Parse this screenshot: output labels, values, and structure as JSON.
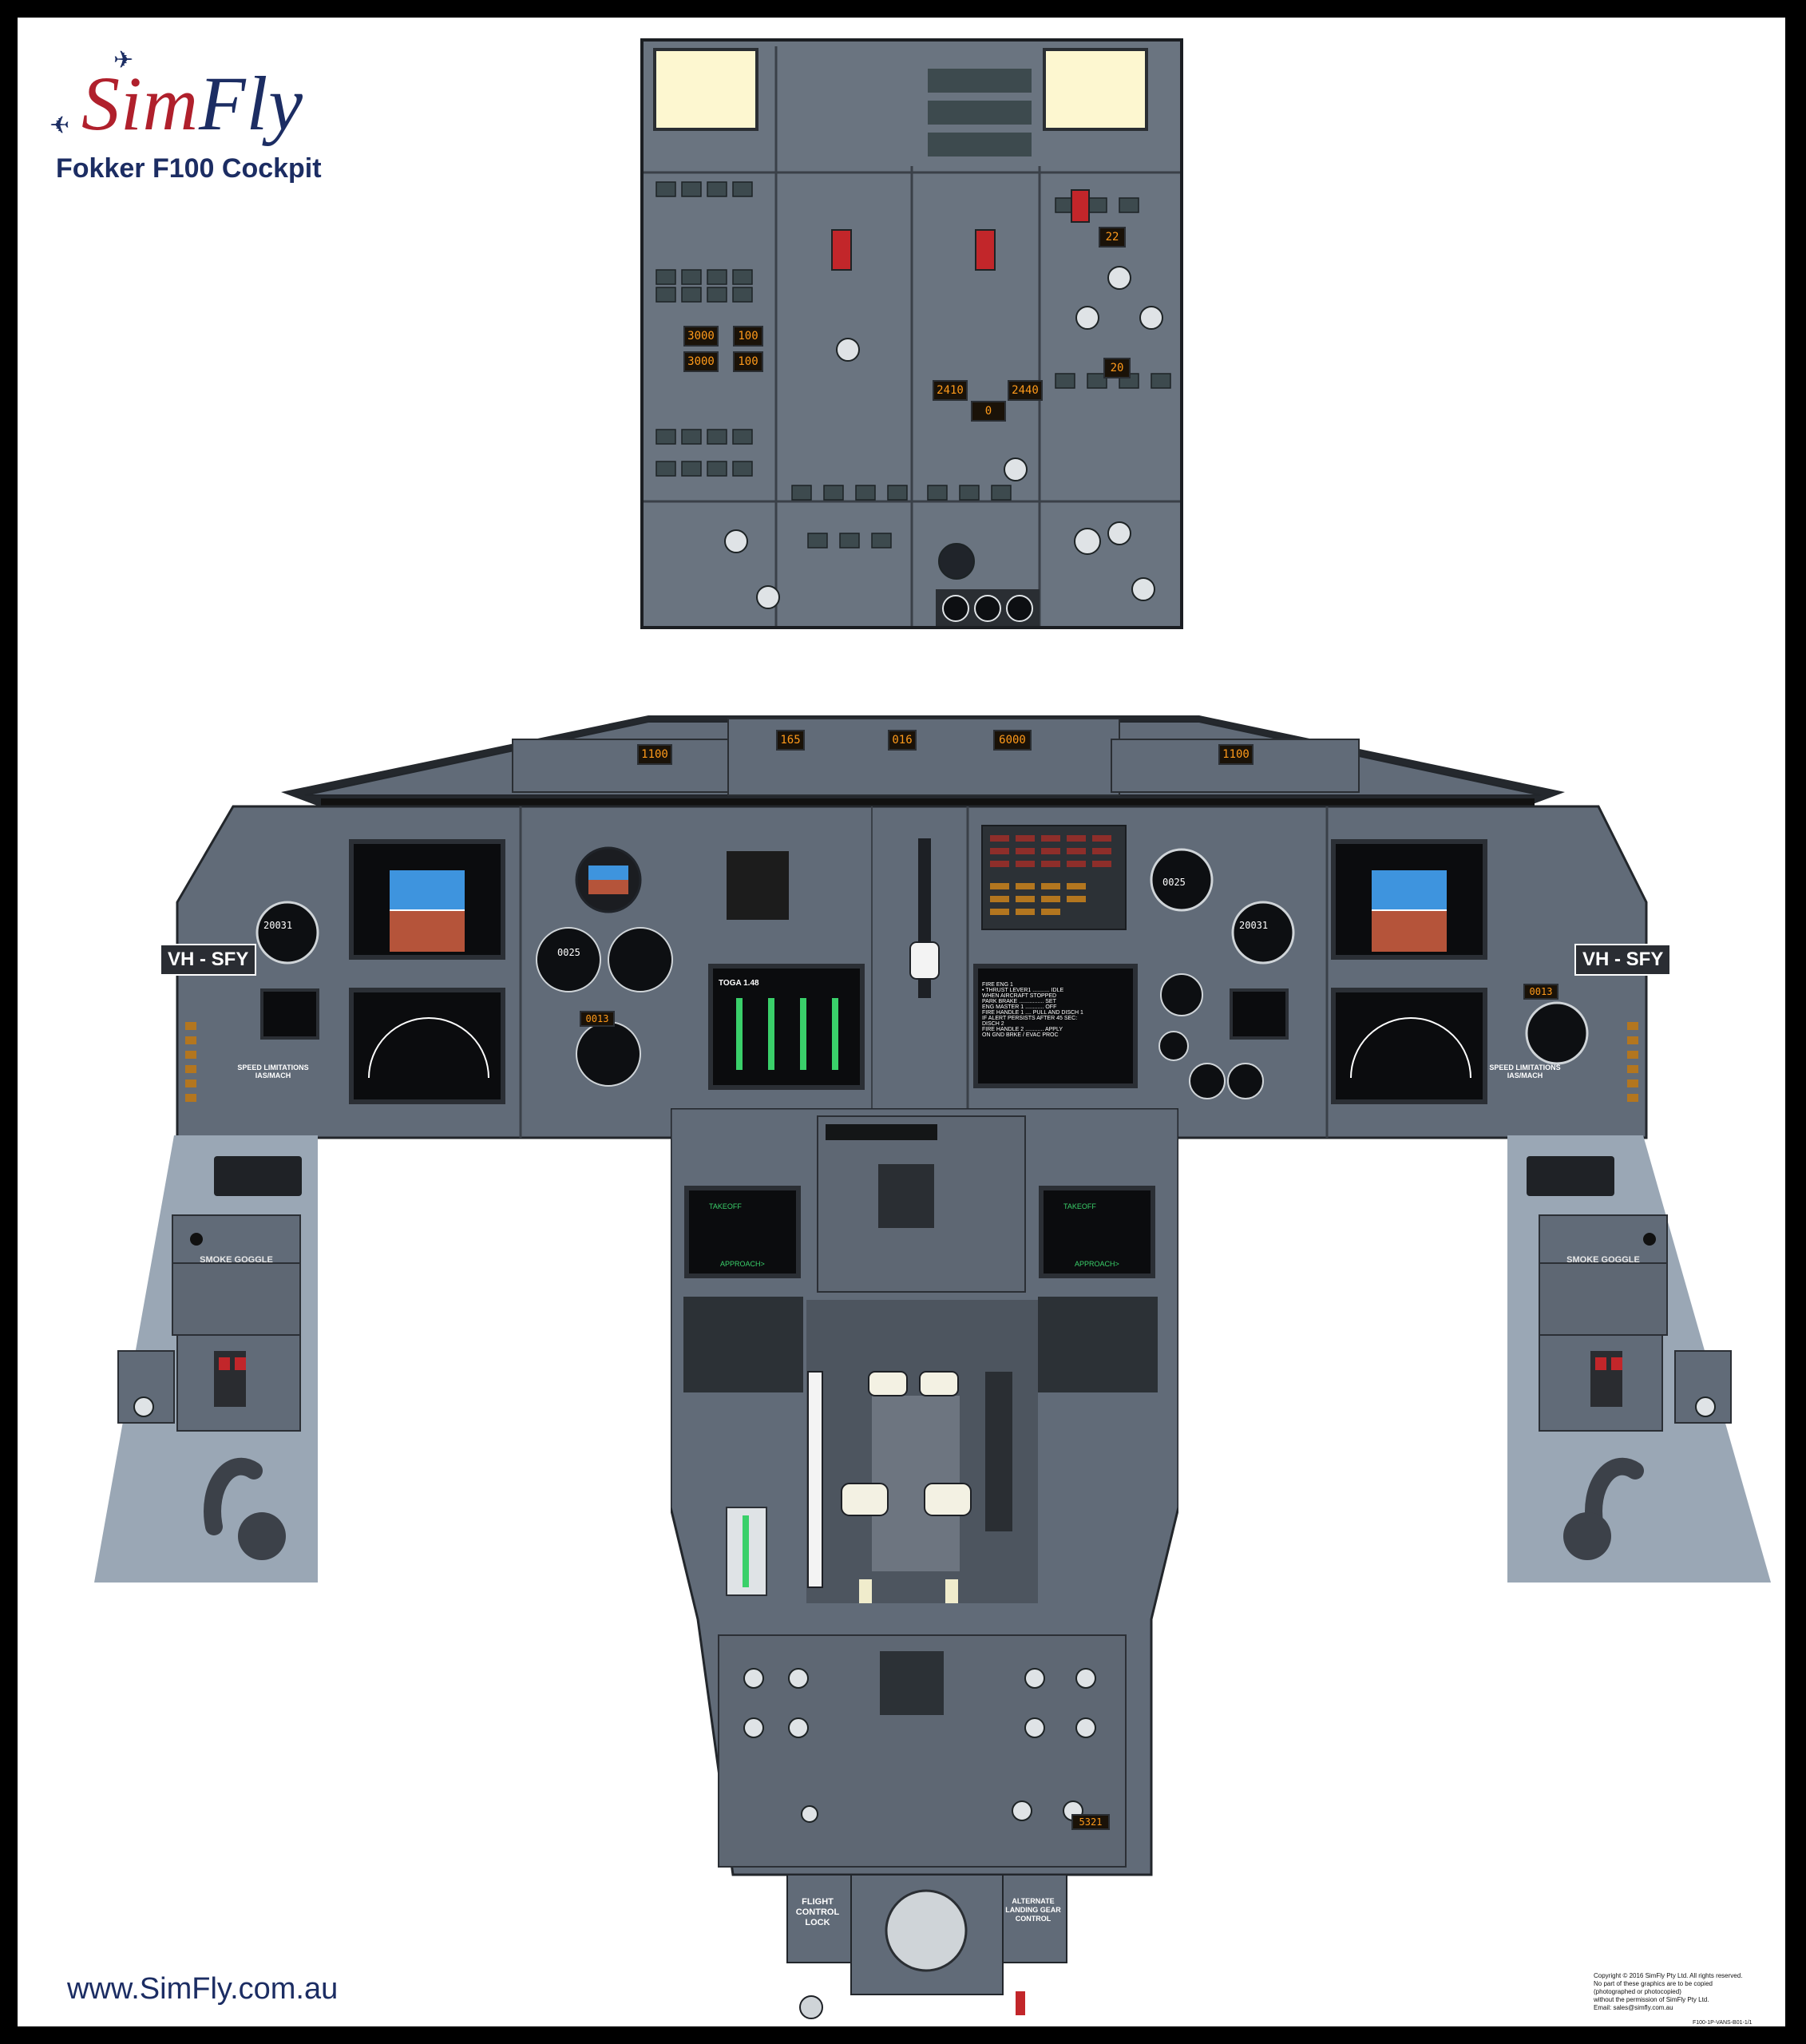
{
  "branding": {
    "logo_text_sim": "Sim",
    "logo_text_fly": "Fly",
    "subtitle": "Fokker F100 Cockpit",
    "website": "www.SimFly.com.au",
    "copyright_lines": [
      "Copyright © 2016 SimFly Pty Ltd. All rights reserved.",
      "No part of these graphics are to be copied (photographed or photocopied)",
      "without the permission of SimFly Pty Ltd.",
      "Email: sales@simfly.com.au"
    ],
    "doc_ref": "F100-1P-VANS-B01-1/1"
  },
  "glareshield": {
    "speed_left": "1100",
    "speed_center": "165",
    "heading_center": "016",
    "altitude_center": "6000",
    "speed_right": "1100"
  },
  "main_panel": {
    "registration_left": "VH - SFY",
    "registration_right": "VH - SFY",
    "speed_limitations_left": "SPEED LIMITATIONS IAS/MACH",
    "speed_limitations_right": "SPEED LIMITATIONS IAS/MACH",
    "ewd_header": "TOGA 1.48",
    "memo_lines": [
      "FIRE ENG 1",
      "• THRUST LEVER1 ........... IDLE",
      "WHEN AIRCRAFT STOPPED",
      "PARK BRAKE ................ SET",
      "ENG MASTER 1 ............ OFF",
      "FIRE HANDLE 1 .... PULL AND DISCH 1",
      "IF ALERT PERSISTS AFTER 45 SEC:",
      "DISCH 2",
      "FIRE HANDLE 2 ............ APPLY",
      "ON GND BRKE / EVAC PROC"
    ]
  },
  "overhead": {
    "hyd_left": "3000",
    "hyd_right": "3000",
    "qty_left": "100",
    "qty_right": "100",
    "fuel_left": "2410",
    "fuel_right": "2440",
    "fuel_center": "0",
    "temp": "22",
    "temp2": "20"
  },
  "pedestal": {
    "smoke_goggle_left": "SMOKE GOGGLE",
    "smoke_goggle_right": "SMOKE GOGGLE",
    "cdu_title": "TAKEOFF",
    "cdu_bottom": "APPROACH>",
    "flight_control_lock": "FLIGHT CONTROL LOCK",
    "alt_landing_gear": "ALTERNATE LANDING GEAR CONTROL",
    "transponder": "5321",
    "clock_left": "20031",
    "clock_right": "20031",
    "alt_readout_left": "0025",
    "alt_readout_right": "0025",
    "baro_left": "0013",
    "baro_right": "0013"
  },
  "colors": {
    "panel": "#616b78",
    "glareshield": "#343940",
    "side_panel": "#9aa7b5",
    "brand_red": "#b0202c",
    "brand_navy": "#1c2d63"
  }
}
